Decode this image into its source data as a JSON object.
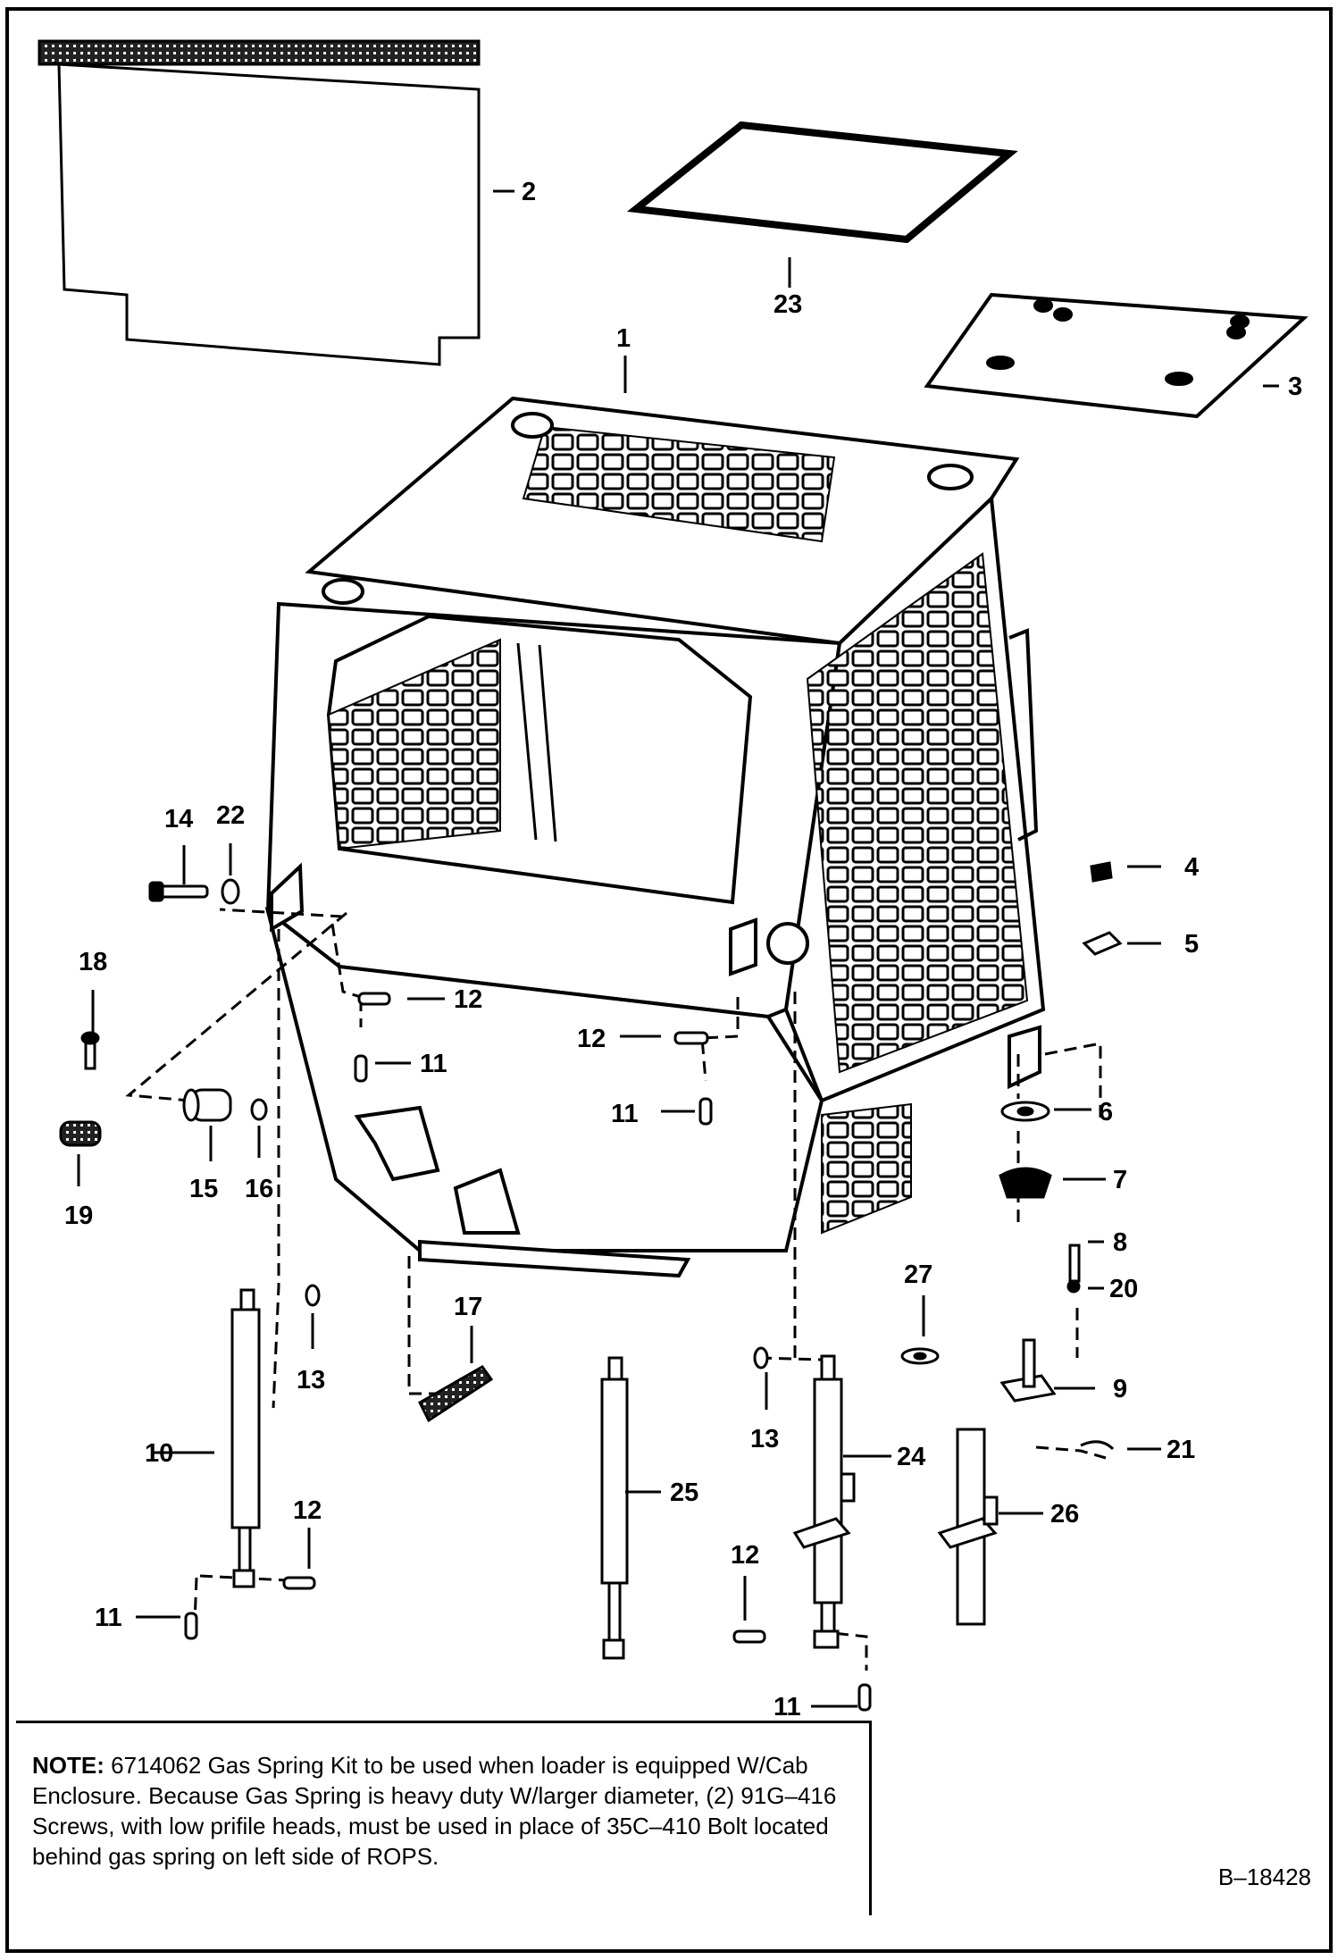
{
  "callouts": [
    {
      "id": "c1",
      "text": "1"
    },
    {
      "id": "c2",
      "text": "2"
    },
    {
      "id": "c3",
      "text": "3"
    },
    {
      "id": "c4",
      "text": "4"
    },
    {
      "id": "c5",
      "text": "5"
    },
    {
      "id": "c6",
      "text": "6"
    },
    {
      "id": "c7",
      "text": "7"
    },
    {
      "id": "c8",
      "text": "8"
    },
    {
      "id": "c9",
      "text": "9"
    },
    {
      "id": "c10",
      "text": "10"
    },
    {
      "id": "c11a",
      "text": "11"
    },
    {
      "id": "c11b",
      "text": "11"
    },
    {
      "id": "c11c",
      "text": "11"
    },
    {
      "id": "c11d",
      "text": "11"
    },
    {
      "id": "c12a",
      "text": "12"
    },
    {
      "id": "c12b",
      "text": "12"
    },
    {
      "id": "c12c",
      "text": "12"
    },
    {
      "id": "c12d",
      "text": "12"
    },
    {
      "id": "c13a",
      "text": "13"
    },
    {
      "id": "c13b",
      "text": "13"
    },
    {
      "id": "c14",
      "text": "14"
    },
    {
      "id": "c15",
      "text": "15"
    },
    {
      "id": "c16",
      "text": "16"
    },
    {
      "id": "c17",
      "text": "17"
    },
    {
      "id": "c18",
      "text": "18"
    },
    {
      "id": "c19",
      "text": "19"
    },
    {
      "id": "c20",
      "text": "20"
    },
    {
      "id": "c21",
      "text": "21"
    },
    {
      "id": "c22",
      "text": "22"
    },
    {
      "id": "c23",
      "text": "23"
    },
    {
      "id": "c24",
      "text": "24"
    },
    {
      "id": "c25",
      "text": "25"
    },
    {
      "id": "c26",
      "text": "26"
    },
    {
      "id": "c27",
      "text": "27"
    }
  ],
  "note": {
    "label": "NOTE:",
    "text": "6714062 Gas Spring Kit to be used when loader is equipped W/Cab Enclosure. Because Gas Spring is heavy duty W/larger diameter, (2) 91G–416 Screws, with low prifile heads, must be used in place of 35C–410 Bolt located behind gas spring on left side of ROPS."
  },
  "figure_id": "B–18428"
}
